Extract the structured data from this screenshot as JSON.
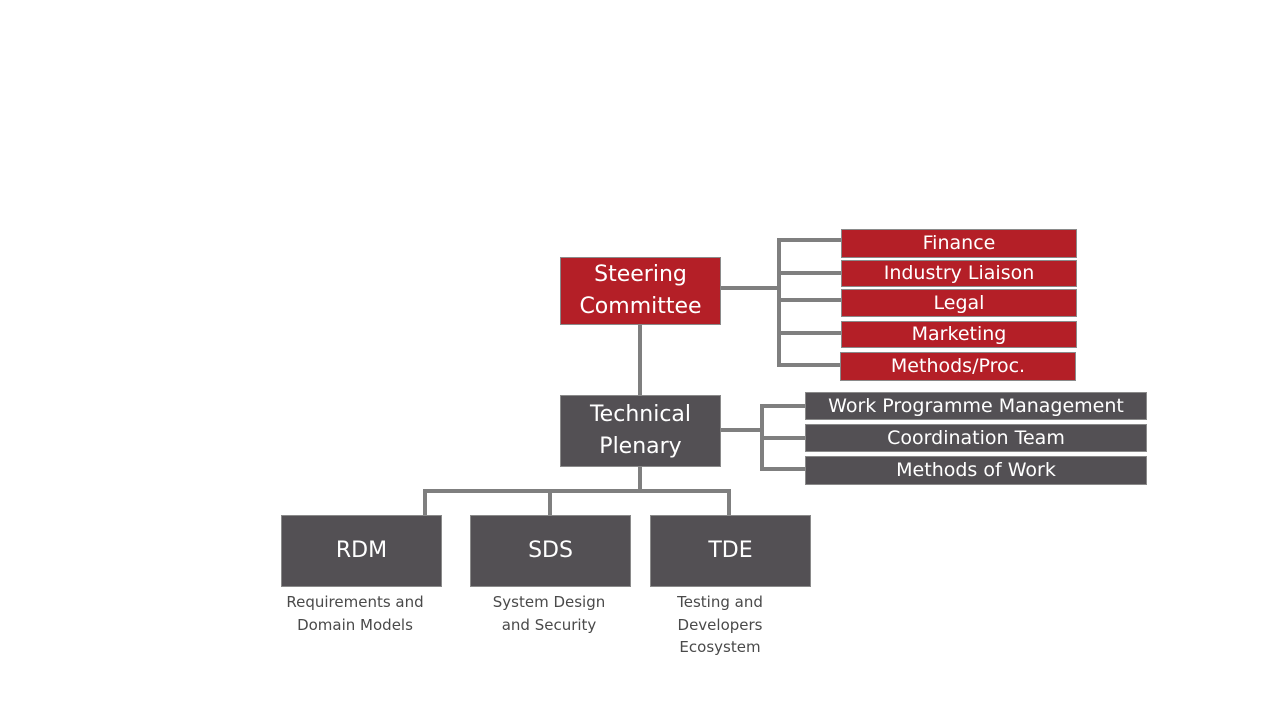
{
  "colors": {
    "steering_red": "#b41f27",
    "technical_gray": "#535054",
    "connector_gray": "#7f7f7f",
    "description_text": "#4a4a4a"
  },
  "steering": {
    "label": "Steering\nCommittee",
    "subcommittees": [
      "Finance",
      "Industry Liaison",
      "Legal",
      "Marketing",
      "Methods/Proc."
    ]
  },
  "technical": {
    "label": "Technical\nPlenary",
    "subgroups": [
      "Work Programme Management",
      "Coordination Team",
      "Methods of Work"
    ]
  },
  "working_groups": [
    {
      "abbr": "RDM",
      "description": "Requirements and\nDomain Models"
    },
    {
      "abbr": "SDS",
      "description": "System Design\nand Security"
    },
    {
      "abbr": "TDE",
      "description": "Testing and\nDevelopers\nEcosystem"
    }
  ]
}
